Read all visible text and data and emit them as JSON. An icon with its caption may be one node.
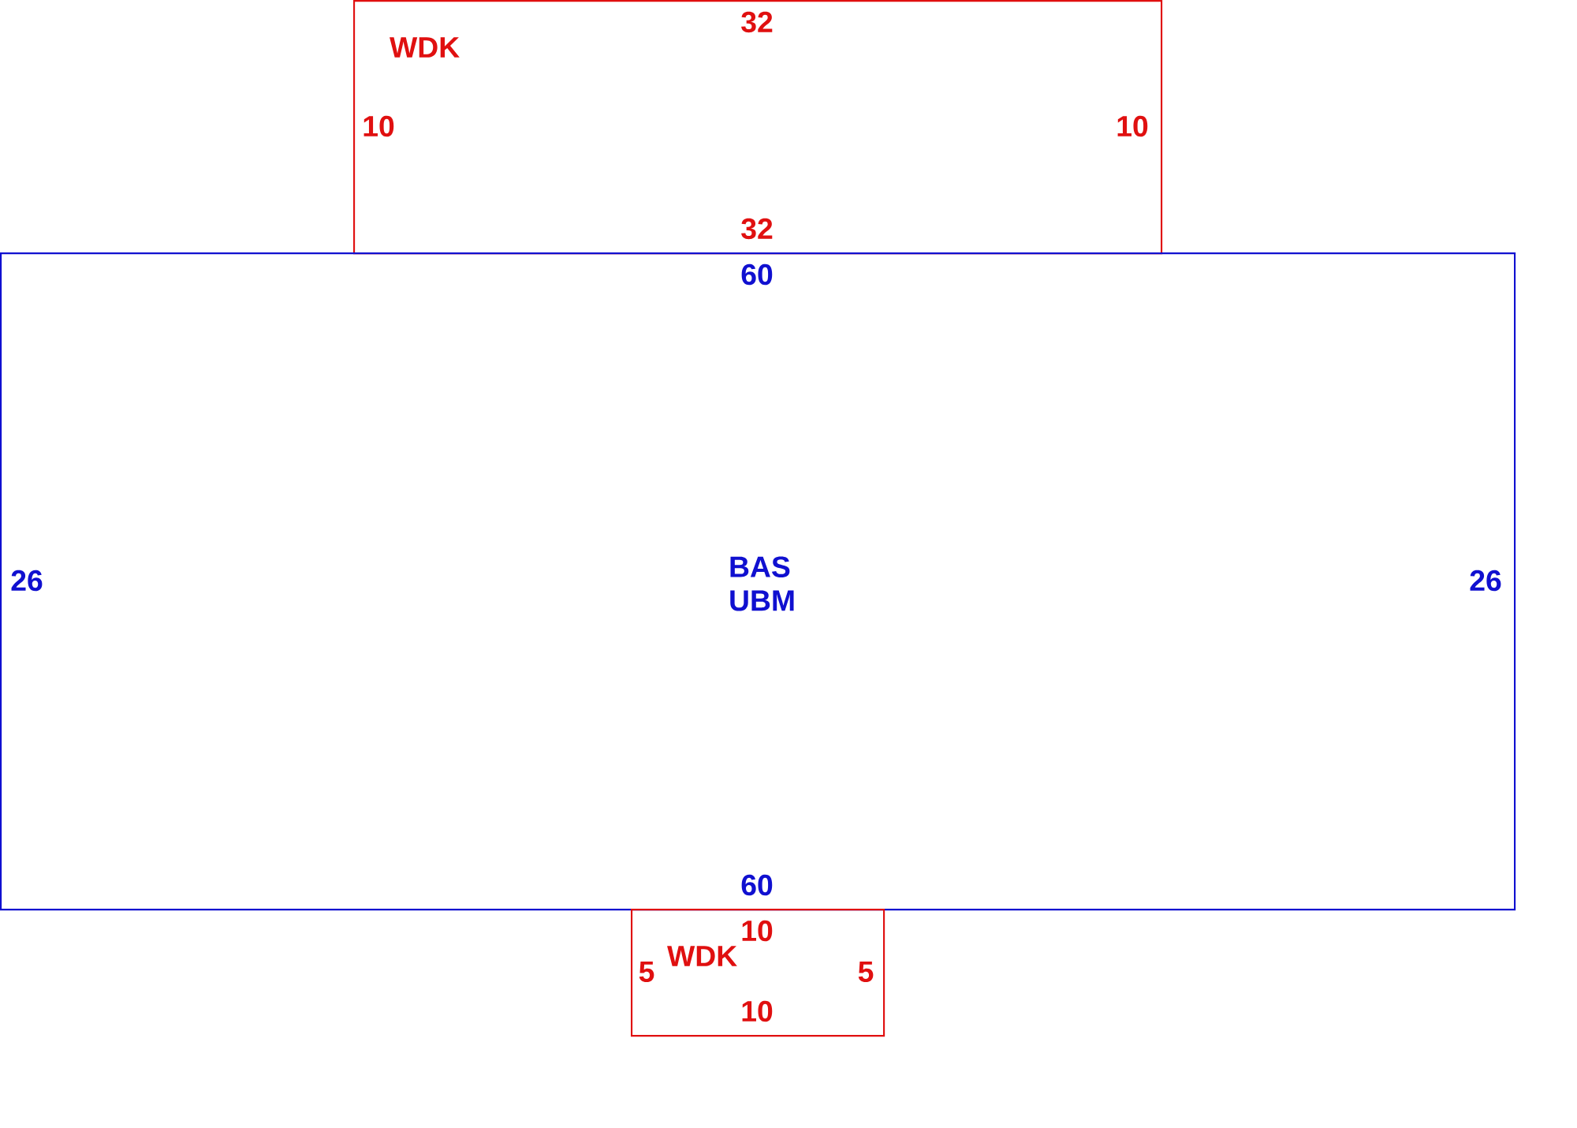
{
  "diagram": {
    "nodes": [
      {
        "text": [
          "WDK"
        ]
      },
      {
        "text": [
          "BAS UBM"
        ]
      },
      {
        "text": [
          "WDK"
        ]
      }
    ],
    "labels": [
      "32",
      "10",
      "10",
      "32",
      "60",
      "26",
      "26",
      "60",
      "10",
      "5",
      "5",
      "10"
    ]
  }
}
